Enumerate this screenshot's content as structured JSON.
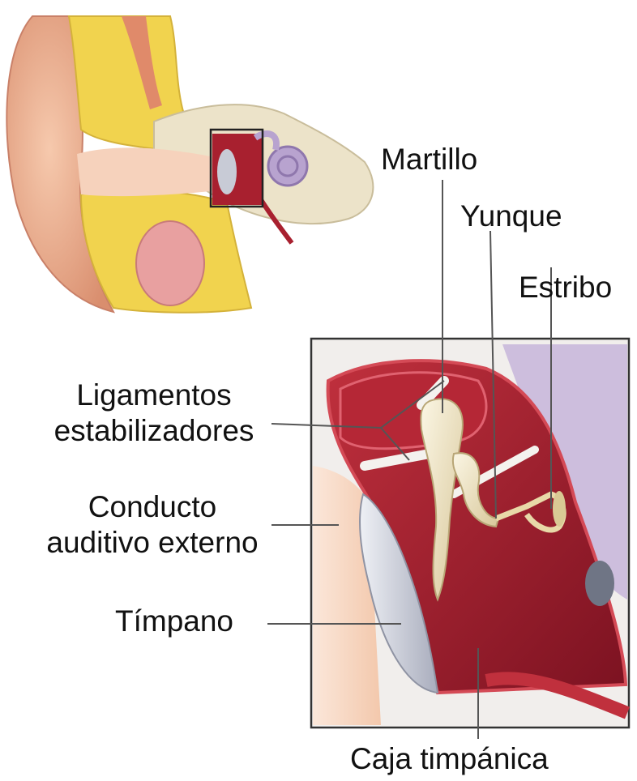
{
  "labels": {
    "martillo": "Martillo",
    "yunque": "Yunque",
    "estribo": "Estribo",
    "ligamentos_1": "Ligamentos",
    "ligamentos_2": "estabilizadores",
    "conducto_1": "Conducto",
    "conducto_2": "auditivo externo",
    "timpano": "Tímpano",
    "caja": "Caja timpánica"
  },
  "colors": {
    "skin": "#e8a98a",
    "bone": "#ece3c9",
    "fat": "#f1d34e",
    "cavity": "#9e1f2d",
    "cavity_dark": "#7a1020",
    "ossicle": "#efe6c4",
    "eardrum": "#d3d5df",
    "inner_ear": "#b8a3cf",
    "leader": "#555555"
  }
}
